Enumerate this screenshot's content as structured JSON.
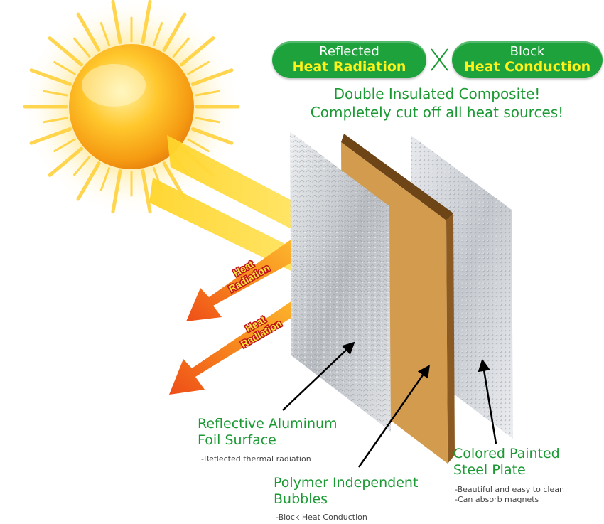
{
  "header": {
    "left_pill": {
      "line1": "Reflected",
      "line2": "Heat Radiation"
    },
    "separator": "×",
    "right_pill": {
      "line1": "Block",
      "line2": "Heat Conduction"
    },
    "headline_line1": "Double Insulated Composite!",
    "headline_line2": "Completely cut off all heat sources!"
  },
  "arrows": [
    {
      "line1": "Heat",
      "line2": "Radiation"
    },
    {
      "line1": "Heat",
      "line2": "Radiation"
    }
  ],
  "layers": [
    {
      "title_line1": "Reflective Aluminum",
      "title_line2": "Foil Surface",
      "notes": [
        "-Reflected thermal radiation"
      ]
    },
    {
      "title_line1": "Polymer Independent",
      "title_line2": "Bubbles",
      "notes": [
        "-Block Heat Conduction"
      ]
    },
    {
      "title_line1": "Colored Painted",
      "title_line2": "Steel Plate",
      "notes": [
        "-Beautiful and easy to clean",
        "-Can absorb magnets"
      ]
    }
  ],
  "colors": {
    "brand_green": "#1da23c",
    "highlight_yellow": "#fff21a",
    "sun_orange": "#f7a21b",
    "arrow_orange": "#f26a1b",
    "bubble_layer": "#d9a04f",
    "foil_silver": "#cfd2d6"
  }
}
